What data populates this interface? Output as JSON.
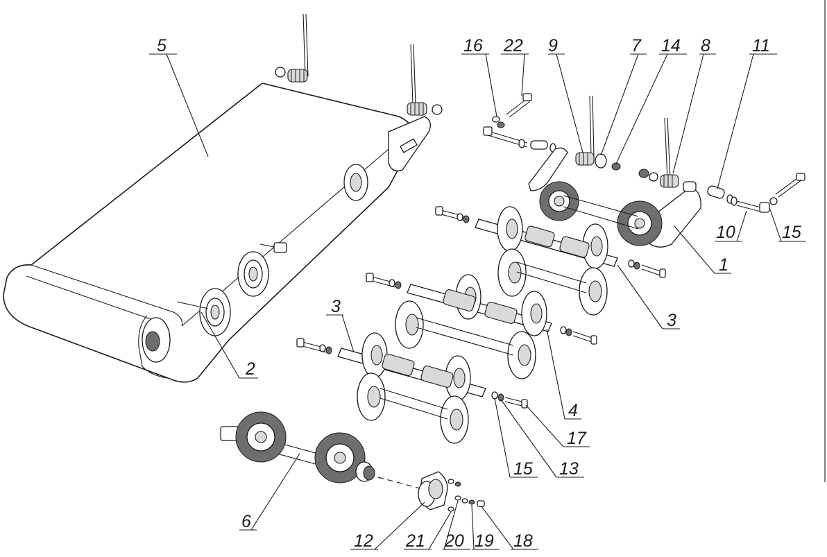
{
  "callouts": [
    {
      "id": "c5",
      "label": "5"
    },
    {
      "id": "c16",
      "label": "16"
    },
    {
      "id": "c22",
      "label": "22"
    },
    {
      "id": "c9",
      "label": "9"
    },
    {
      "id": "c7",
      "label": "7"
    },
    {
      "id": "c14",
      "label": "14"
    },
    {
      "id": "c8",
      "label": "8"
    },
    {
      "id": "c11",
      "label": "11"
    },
    {
      "id": "c10",
      "label": "10"
    },
    {
      "id": "c15a",
      "label": "15"
    },
    {
      "id": "c1",
      "label": "1"
    },
    {
      "id": "c3a",
      "label": "3"
    },
    {
      "id": "c3b",
      "label": "3"
    },
    {
      "id": "c2",
      "label": "2"
    },
    {
      "id": "c4",
      "label": "4"
    },
    {
      "id": "c17",
      "label": "17"
    },
    {
      "id": "c13",
      "label": "13"
    },
    {
      "id": "c15b",
      "label": "15"
    },
    {
      "id": "c6",
      "label": "6"
    },
    {
      "id": "c12",
      "label": "12"
    },
    {
      "id": "c21",
      "label": "21"
    },
    {
      "id": "c20",
      "label": "20"
    },
    {
      "id": "c19",
      "label": "19"
    },
    {
      "id": "c18",
      "label": "18"
    }
  ]
}
